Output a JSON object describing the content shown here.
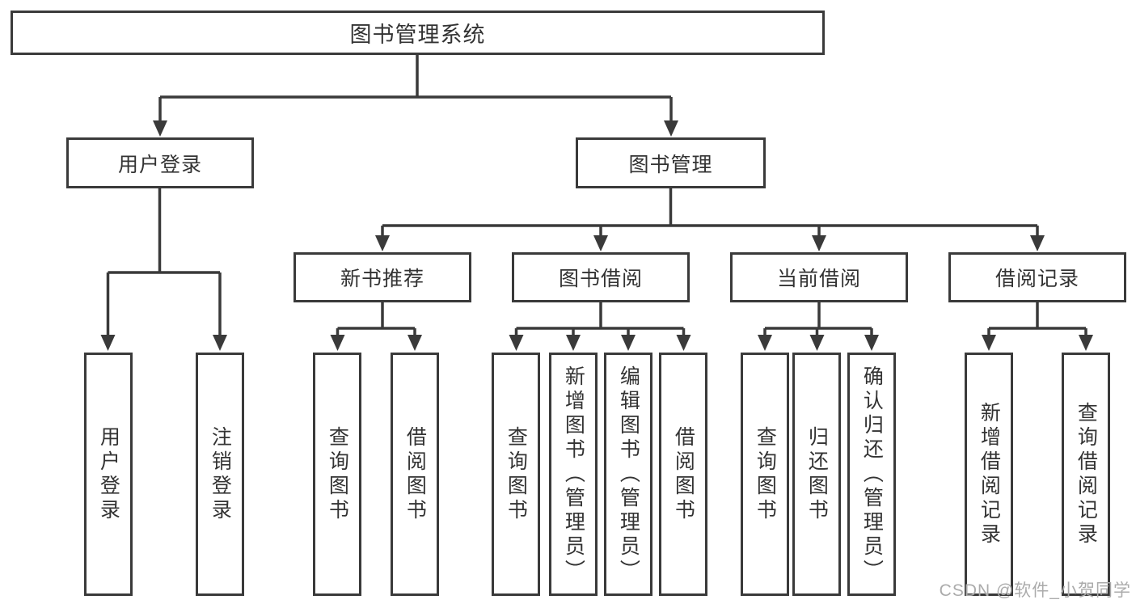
{
  "diagram": {
    "watermark": "CSDN @软件_小贺同学",
    "colors": {
      "line": "#3a3a3a",
      "box_border": "#3a3a3a",
      "box_fill": "#ffffff",
      "text": "#333333",
      "watermark_text": "#ababab",
      "background": "#ffffff"
    },
    "nodes": {
      "root": "图书管理系统",
      "user_login": "用户登录",
      "book_management": "图书管理",
      "user_login_leaf": "用户登录",
      "logout_leaf": "注销登录",
      "new_book_recommend": "新书推荐",
      "book_borrow": "图书借阅",
      "current_borrow": "当前借阅",
      "borrow_records": "借阅记录",
      "nbr_query_books": "查询图书",
      "nbr_borrow_books": "借阅图书",
      "bb_query_books": "查询图书",
      "bb_add_books": "新增图书（管理员）",
      "bb_edit_books": "编辑图书（管理员）",
      "bb_borrow_books": "借阅图书",
      "cb_query_books": "查询图书",
      "cb_return_books": "归还图书",
      "cb_confirm_return": "确认归还（管理员）",
      "br_add_record": "新增借阅记录",
      "br_query_record": "查询借阅记录"
    }
  }
}
